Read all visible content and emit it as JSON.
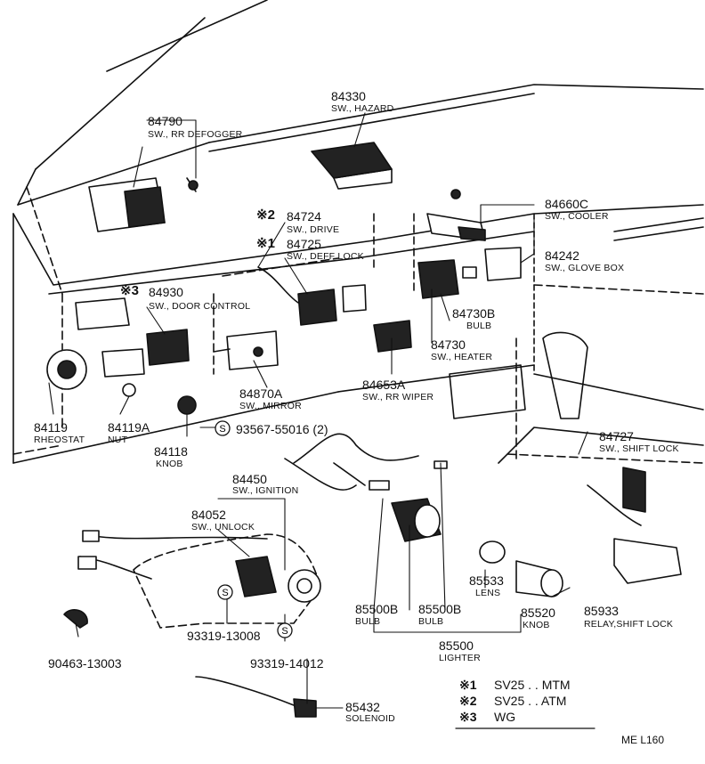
{
  "parts": {
    "p84330": {
      "number": "84330",
      "name": "SW., HAZARD"
    },
    "p84790": {
      "number": "84790",
      "name": "SW., RR DEFOGGER"
    },
    "p84724": {
      "mark": "※2",
      "number": "84724",
      "name": "SW., DRIVE"
    },
    "p84725": {
      "mark": "※1",
      "number": "84725",
      "name": "SW., DEFF LOCK"
    },
    "p84660C": {
      "number": "84660C",
      "name": "SW., COOLER"
    },
    "p84242": {
      "number": "84242",
      "name": "SW., GLOVE BOX"
    },
    "p84930": {
      "mark": "※3",
      "number": "84930",
      "name": "SW., DOOR CONTROL"
    },
    "p84730B": {
      "number": "84730B",
      "name": "BULB"
    },
    "p84730": {
      "number": "84730",
      "name": "SW., HEATER"
    },
    "p84653A": {
      "number": "84653A",
      "name": "SW., RR WIPER"
    },
    "p84870A": {
      "number": "84870A",
      "name": "SW., MIRROR"
    },
    "p84119": {
      "number": "84119",
      "name": "RHEOSTAT"
    },
    "p84119A": {
      "number": "84119A",
      "name": "NUT"
    },
    "p84118": {
      "number": "84118",
      "name": "KNOB"
    },
    "p93567": {
      "number": "93567-55016 (2)"
    },
    "p84727": {
      "number": "84727",
      "name": "SW., SHIFT LOCK"
    },
    "p84450": {
      "number": "84450",
      "name": "SW., IGNITION"
    },
    "p84052": {
      "number": "84052",
      "name": "SW., UNLOCK"
    },
    "p85533": {
      "number": "85533",
      "name": "LENS"
    },
    "p85500B_1": {
      "number": "85500B",
      "name": "BULB"
    },
    "p85500B_2": {
      "number": "85500B",
      "name": "BULB"
    },
    "p85520": {
      "number": "85520",
      "name": "KNOB"
    },
    "p85933": {
      "number": "85933",
      "name": "RELAY,SHIFT LOCK"
    },
    "p85500": {
      "number": "85500",
      "name": "LIGHTER"
    },
    "p93319_13008": {
      "number": "93319-13008"
    },
    "p90463": {
      "number": "90463-13003"
    },
    "p93319_14012": {
      "number": "93319-14012"
    },
    "p85432": {
      "number": "85432",
      "name": "SOLENOID"
    }
  },
  "screw_symbol": "S",
  "legend": [
    {
      "mark": "※1",
      "text": "SV25 . . MTM"
    },
    {
      "mark": "※2",
      "text": "SV25 . . ATM"
    },
    {
      "mark": "※3",
      "text": "WG"
    }
  ],
  "footer": "ME  L160"
}
